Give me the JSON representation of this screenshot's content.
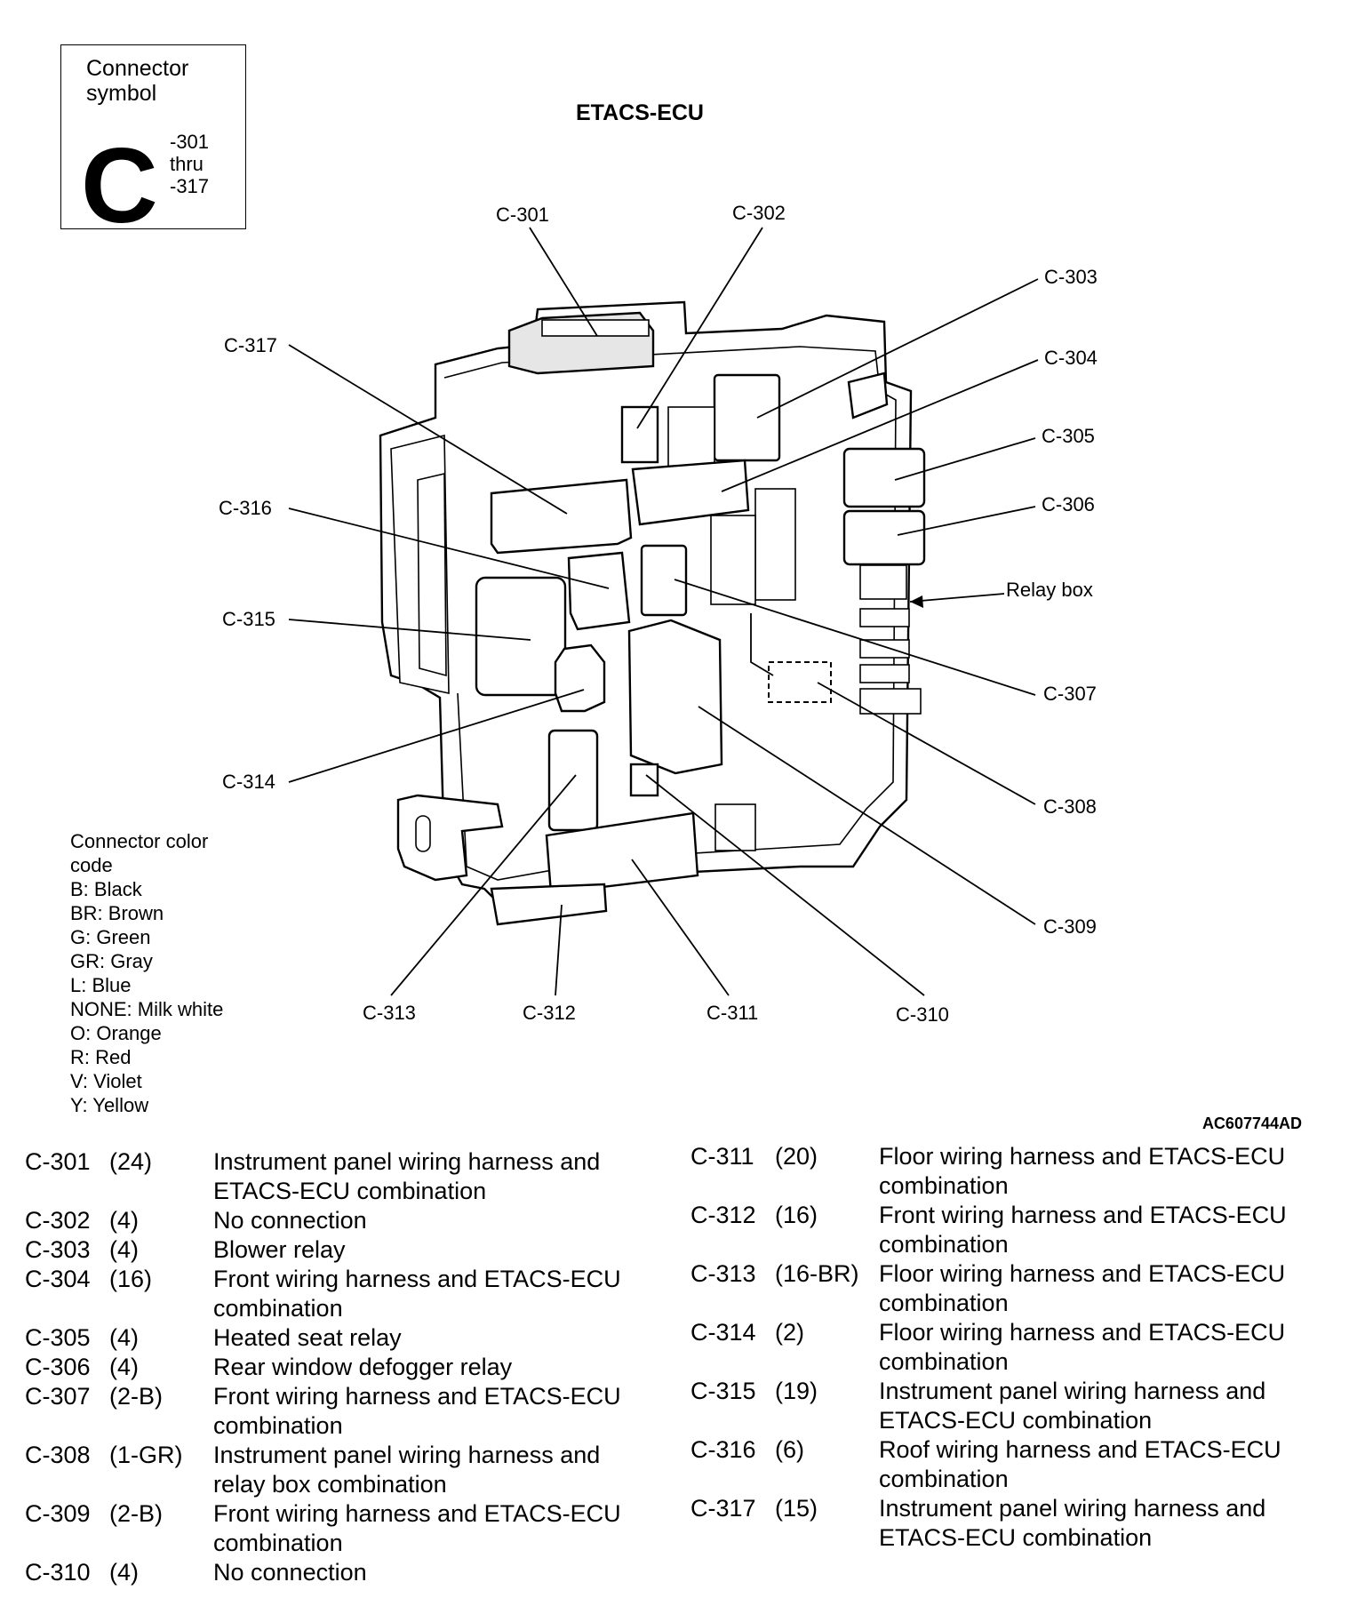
{
  "symbol_box": {
    "heading": "Connector\nsymbol",
    "letter": "C",
    "range_line1": "-301",
    "range_line2": "thru",
    "range_line3": "-317"
  },
  "title": "ETACS-ECU",
  "figure_id": "AC607744AD",
  "relay_box_label": "Relay box",
  "callouts": {
    "c301": "C-301",
    "c302": "C-302",
    "c303": "C-303",
    "c304": "C-304",
    "c305": "C-305",
    "c306": "C-306",
    "c307": "C-307",
    "c308": "C-308",
    "c309": "C-309",
    "c310": "C-310",
    "c311": "C-311",
    "c312": "C-312",
    "c313": "C-313",
    "c314": "C-314",
    "c315": "C-315",
    "c316": "C-316",
    "c317": "C-317"
  },
  "color_code": {
    "heading1": "Connector color",
    "heading2": "code",
    "items": [
      "B: Black",
      "BR: Brown",
      "G: Green",
      "GR: Gray",
      "L: Blue",
      "NONE: Milk white",
      "O: Orange",
      "R: Red",
      "V: Violet",
      "Y: Yellow"
    ]
  },
  "legend_left": [
    {
      "id": "C-301",
      "pins": "(24)",
      "desc1": "Instrument panel wiring harness and",
      "desc2": "ETACS-ECU combination"
    },
    {
      "id": "C-302",
      "pins": "(4)",
      "desc1": "No connection",
      "desc2": ""
    },
    {
      "id": "C-303",
      "pins": "(4)",
      "desc1": "Blower relay",
      "desc2": ""
    },
    {
      "id": "C-304",
      "pins": "(16)",
      "desc1": "Front wiring harness and ETACS-ECU",
      "desc2": "combination"
    },
    {
      "id": "C-305",
      "pins": "(4)",
      "desc1": "Heated seat relay",
      "desc2": ""
    },
    {
      "id": "C-306",
      "pins": "(4)",
      "desc1": "Rear window defogger relay",
      "desc2": ""
    },
    {
      "id": "C-307",
      "pins": "(2-B)",
      "desc1": "Front wiring harness and ETACS-ECU",
      "desc2": "combination"
    },
    {
      "id": "C-308",
      "pins": "(1-GR)",
      "desc1": "Instrument panel wiring harness and",
      "desc2": "relay box combination"
    },
    {
      "id": "C-309",
      "pins": "(2-B)",
      "desc1": "Front wiring harness and ETACS-ECU",
      "desc2": "combination"
    },
    {
      "id": "C-310",
      "pins": "(4)",
      "desc1": "No connection",
      "desc2": ""
    }
  ],
  "legend_right": [
    {
      "id": "C-311",
      "pins": "(20)",
      "desc1": "Floor wiring harness and ETACS-ECU",
      "desc2": "combination"
    },
    {
      "id": "C-312",
      "pins": "(16)",
      "desc1": "Front wiring harness and ETACS-ECU",
      "desc2": "combination"
    },
    {
      "id": "C-313",
      "pins": "(16-BR)",
      "desc1": "Floor wiring harness and ETACS-ECU",
      "desc2": "combination"
    },
    {
      "id": "C-314",
      "pins": "(2)",
      "desc1": "Floor wiring harness and ETACS-ECU",
      "desc2": "combination"
    },
    {
      "id": "C-315",
      "pins": "(19)",
      "desc1": "Instrument panel wiring harness and",
      "desc2": "ETACS-ECU combination"
    },
    {
      "id": "C-316",
      "pins": "(6)",
      "desc1": "Roof wiring harness and ETACS-ECU",
      "desc2": "combination"
    },
    {
      "id": "C-317",
      "pins": "(15)",
      "desc1": "Instrument panel wiring harness and",
      "desc2": "ETACS-ECU combination"
    }
  ]
}
